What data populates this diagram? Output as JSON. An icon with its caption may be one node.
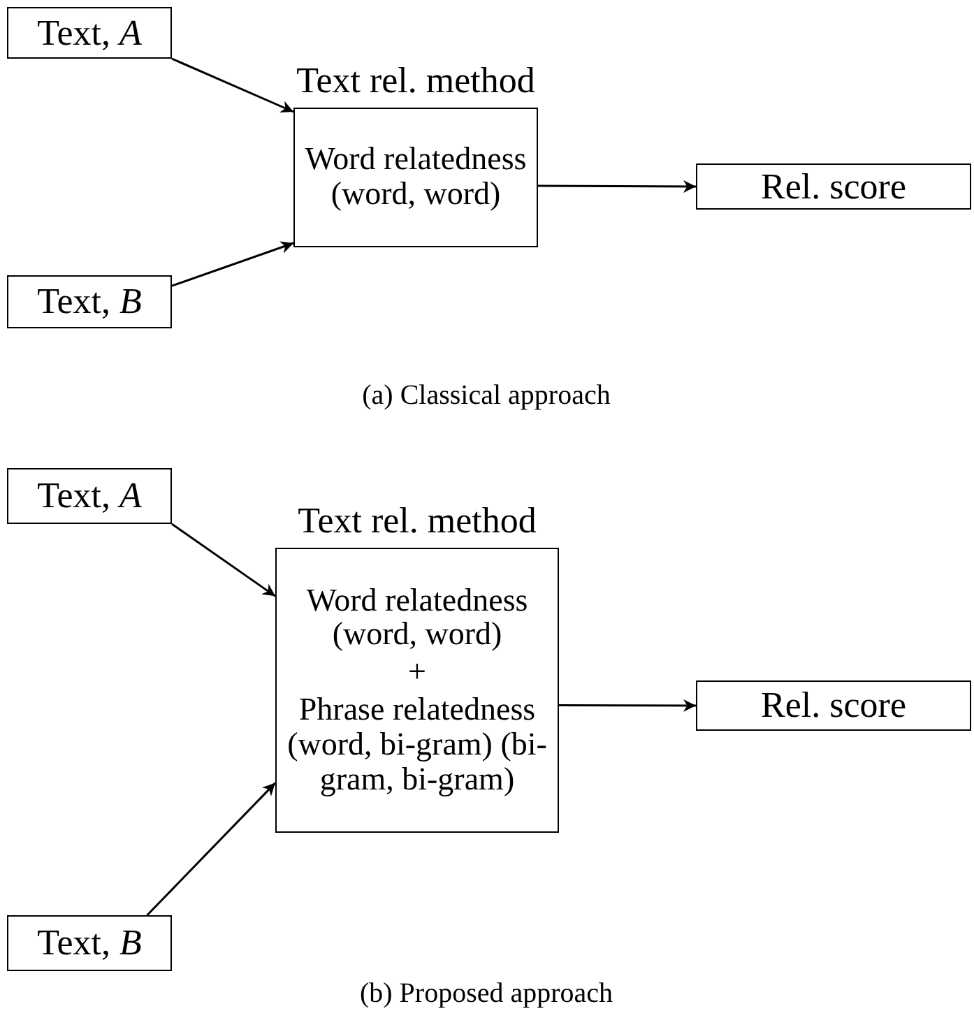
{
  "diagram": {
    "nodes": [
      {
        "text": [
          "Text, *A*"
        ]
      },
      {
        "text": [
          "Text rel. method",
          "Word relatedness (word, word)"
        ]
      },
      {
        "text": [
          "Text, *B*"
        ]
      },
      {
        "text": [
          "Rel. score"
        ]
      },
      {
        "text": [
          "Text, *A*"
        ]
      },
      {
        "text": [
          "Text rel. method",
          "Word relatedness (word, word)",
          "+",
          "Phrase relatedness (word, bi-gram) (bi-gram, bi-gram)"
        ]
      },
      {
        "text": [
          "Text, *B*"
        ]
      },
      {
        "text": [
          "Rel. score"
        ]
      }
    ],
    "edges": [
      {
        "from": 0,
        "to": 1,
        "arrow": "to"
      },
      {
        "from": 2,
        "to": 1,
        "arrow": "to"
      },
      {
        "from": 1,
        "to": 3,
        "arrow": "to"
      },
      {
        "from": 4,
        "to": 5,
        "arrow": "to"
      },
      {
        "from": 6,
        "to": 5,
        "arrow": "to"
      },
      {
        "from": 5,
        "to": 7,
        "arrow": "to"
      }
    ],
    "labels": [
      "(a) Classical approach",
      "(b) Proposed approach"
    ]
  }
}
